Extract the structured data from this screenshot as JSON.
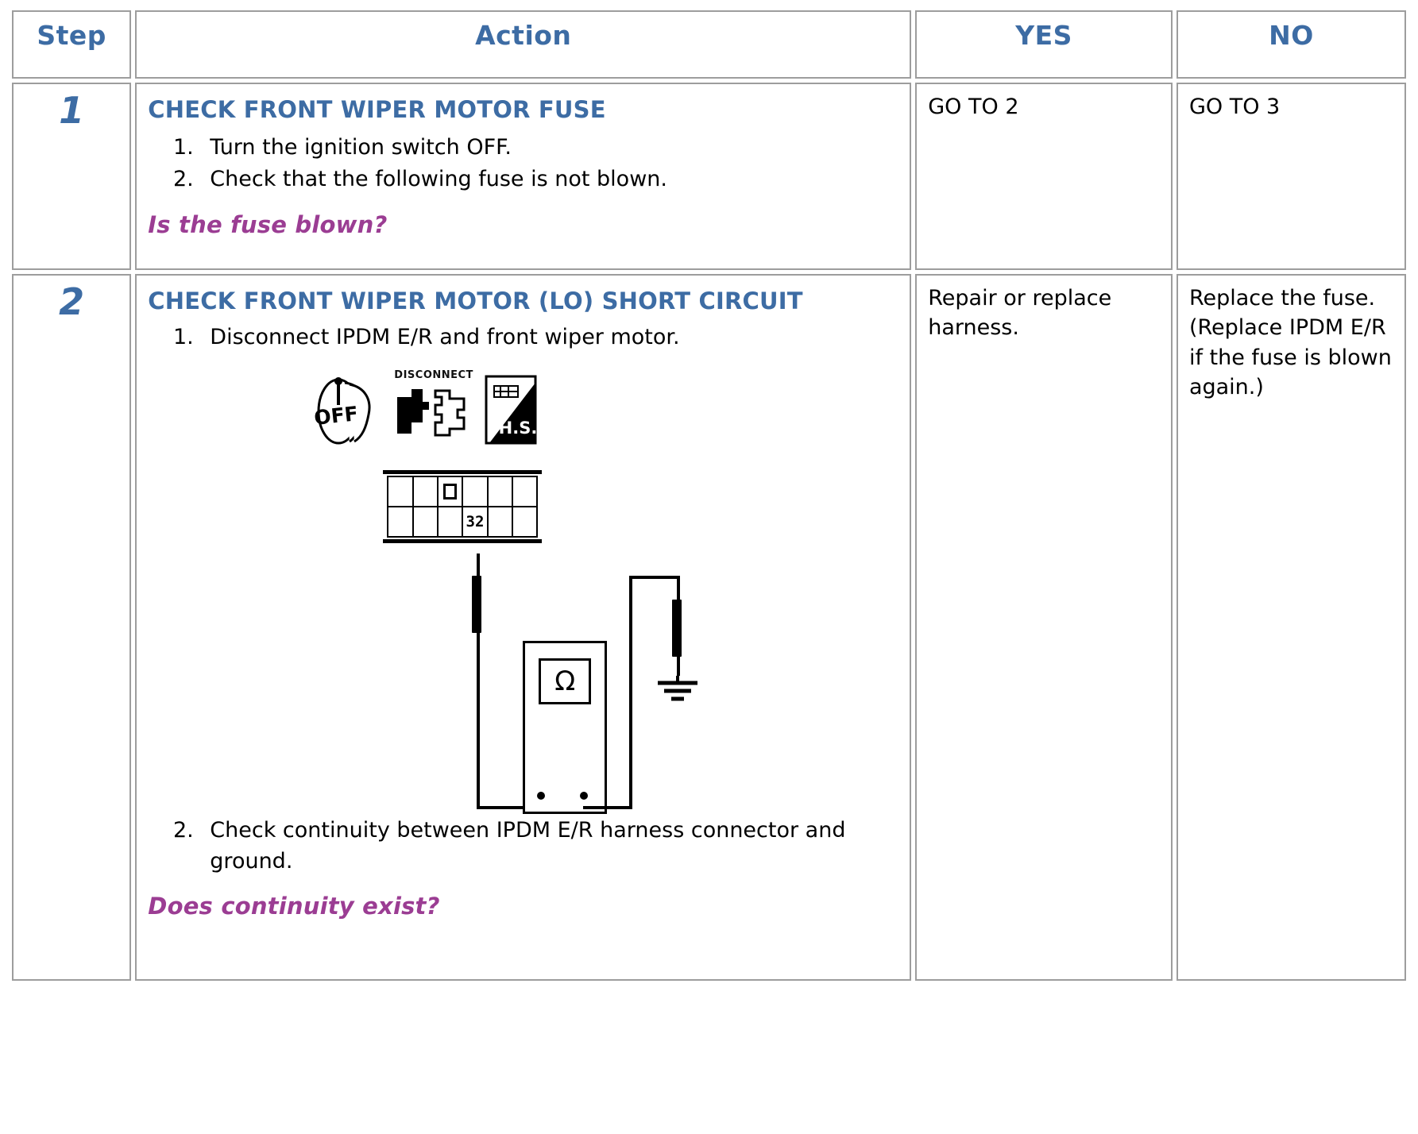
{
  "table": {
    "headers": {
      "step": "Step",
      "action": "Action",
      "yes": "YES",
      "no": "NO"
    },
    "rows": [
      {
        "step": "1",
        "title": "CHECK FRONT WIPER MOTOR FUSE",
        "items": [
          "Turn the ignition switch OFF.",
          "Check that the following fuse is not blown."
        ],
        "question": "Is the fuse blown?",
        "yes": "GO TO 2",
        "no": "GO TO 3"
      },
      {
        "step": "2",
        "title": "CHECK FRONT WIPER MOTOR (LO) SHORT CIRCUIT",
        "items": [
          "Disconnect IPDM E/R and front wiper motor.",
          "Check continuity between IPDM E/R harness connector and ground."
        ],
        "question": "Does continuity exist?",
        "yes": "Repair or replace harness.",
        "no": "Replace the fuse. (Replace IPDM E/R if the fuse is blown again.)"
      }
    ]
  },
  "figure": {
    "icons": {
      "ignition_off_label": "OFF",
      "disconnect_label": "DISCONNECT",
      "hs_label": "H.S."
    },
    "connector": {
      "pin_label": "32"
    },
    "meter": {
      "symbol": "Ω"
    }
  },
  "colors": {
    "heading_blue": "#3d6ca4",
    "question_purple": "#9b3d93",
    "border_gray": "#9d9d9d",
    "text_black": "#000000"
  }
}
